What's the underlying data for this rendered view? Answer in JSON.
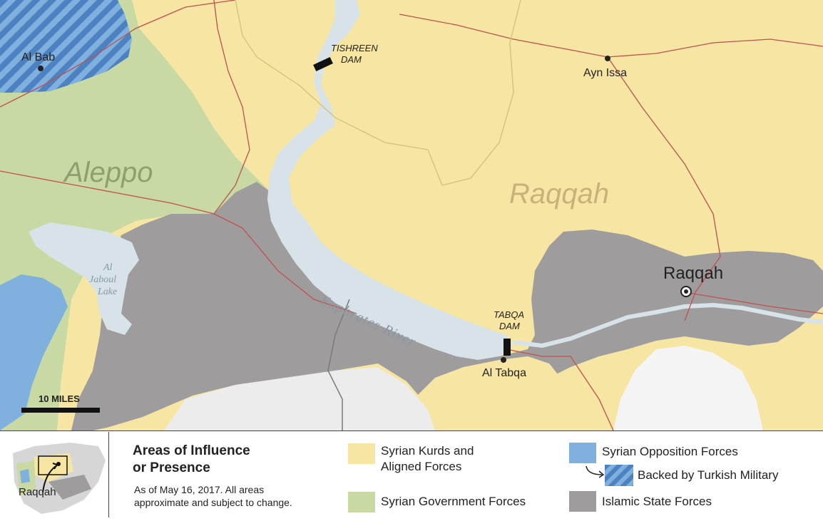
{
  "places": {
    "al_bab": "Al Bab",
    "ayn_issa": "Ayn Issa",
    "raqqah_city": "Raqqah",
    "al_tabqa": "Al Tabqa"
  },
  "regions": {
    "aleppo": "Aleppo",
    "raqqah": "Raqqah"
  },
  "water": {
    "river": "Euphrates River",
    "lake_line1": "Al",
    "lake_line2": "Jaboul",
    "lake_line3": "Lake"
  },
  "dams": {
    "tishreen_line1": "TISHREEN",
    "tishreen_line2": "DAM",
    "tabqa_line1": "TABQA",
    "tabqa_line2": "DAM"
  },
  "scale": {
    "label": "10 MILES"
  },
  "inset": {
    "label": "Raqqah"
  },
  "legend": {
    "title_line1": "Areas of Influence",
    "title_line2": "or Presence",
    "subtitle_line1": "As of May 16, 2017.  All areas",
    "subtitle_line2": "approximate and subject to change.",
    "items": [
      {
        "label_line1": "Syrian Kurds and",
        "label_line2": "Aligned Forces",
        "color": "#f7e6a3"
      },
      {
        "label_line1": "Syrian Government Forces",
        "label_line2": "",
        "color": "#c8d9a3"
      },
      {
        "label_line1": "Syrian Opposition Forces",
        "label_line2": "",
        "color": "#7fb0de"
      },
      {
        "label_line1": "Backed by Turkish Military",
        "label_line2": "",
        "color": "#5b8fc9"
      },
      {
        "label_line1": "Islamic State Forces",
        "label_line2": "",
        "color": "#9f9c9e"
      }
    ]
  },
  "colors": {
    "kurds": "#f7e6a3",
    "government": "#c8d9a3",
    "opposition": "#7fb0de",
    "islamic_state": "#9f9c9e",
    "water": "#d7e3e8",
    "roads": "#c0504d"
  }
}
